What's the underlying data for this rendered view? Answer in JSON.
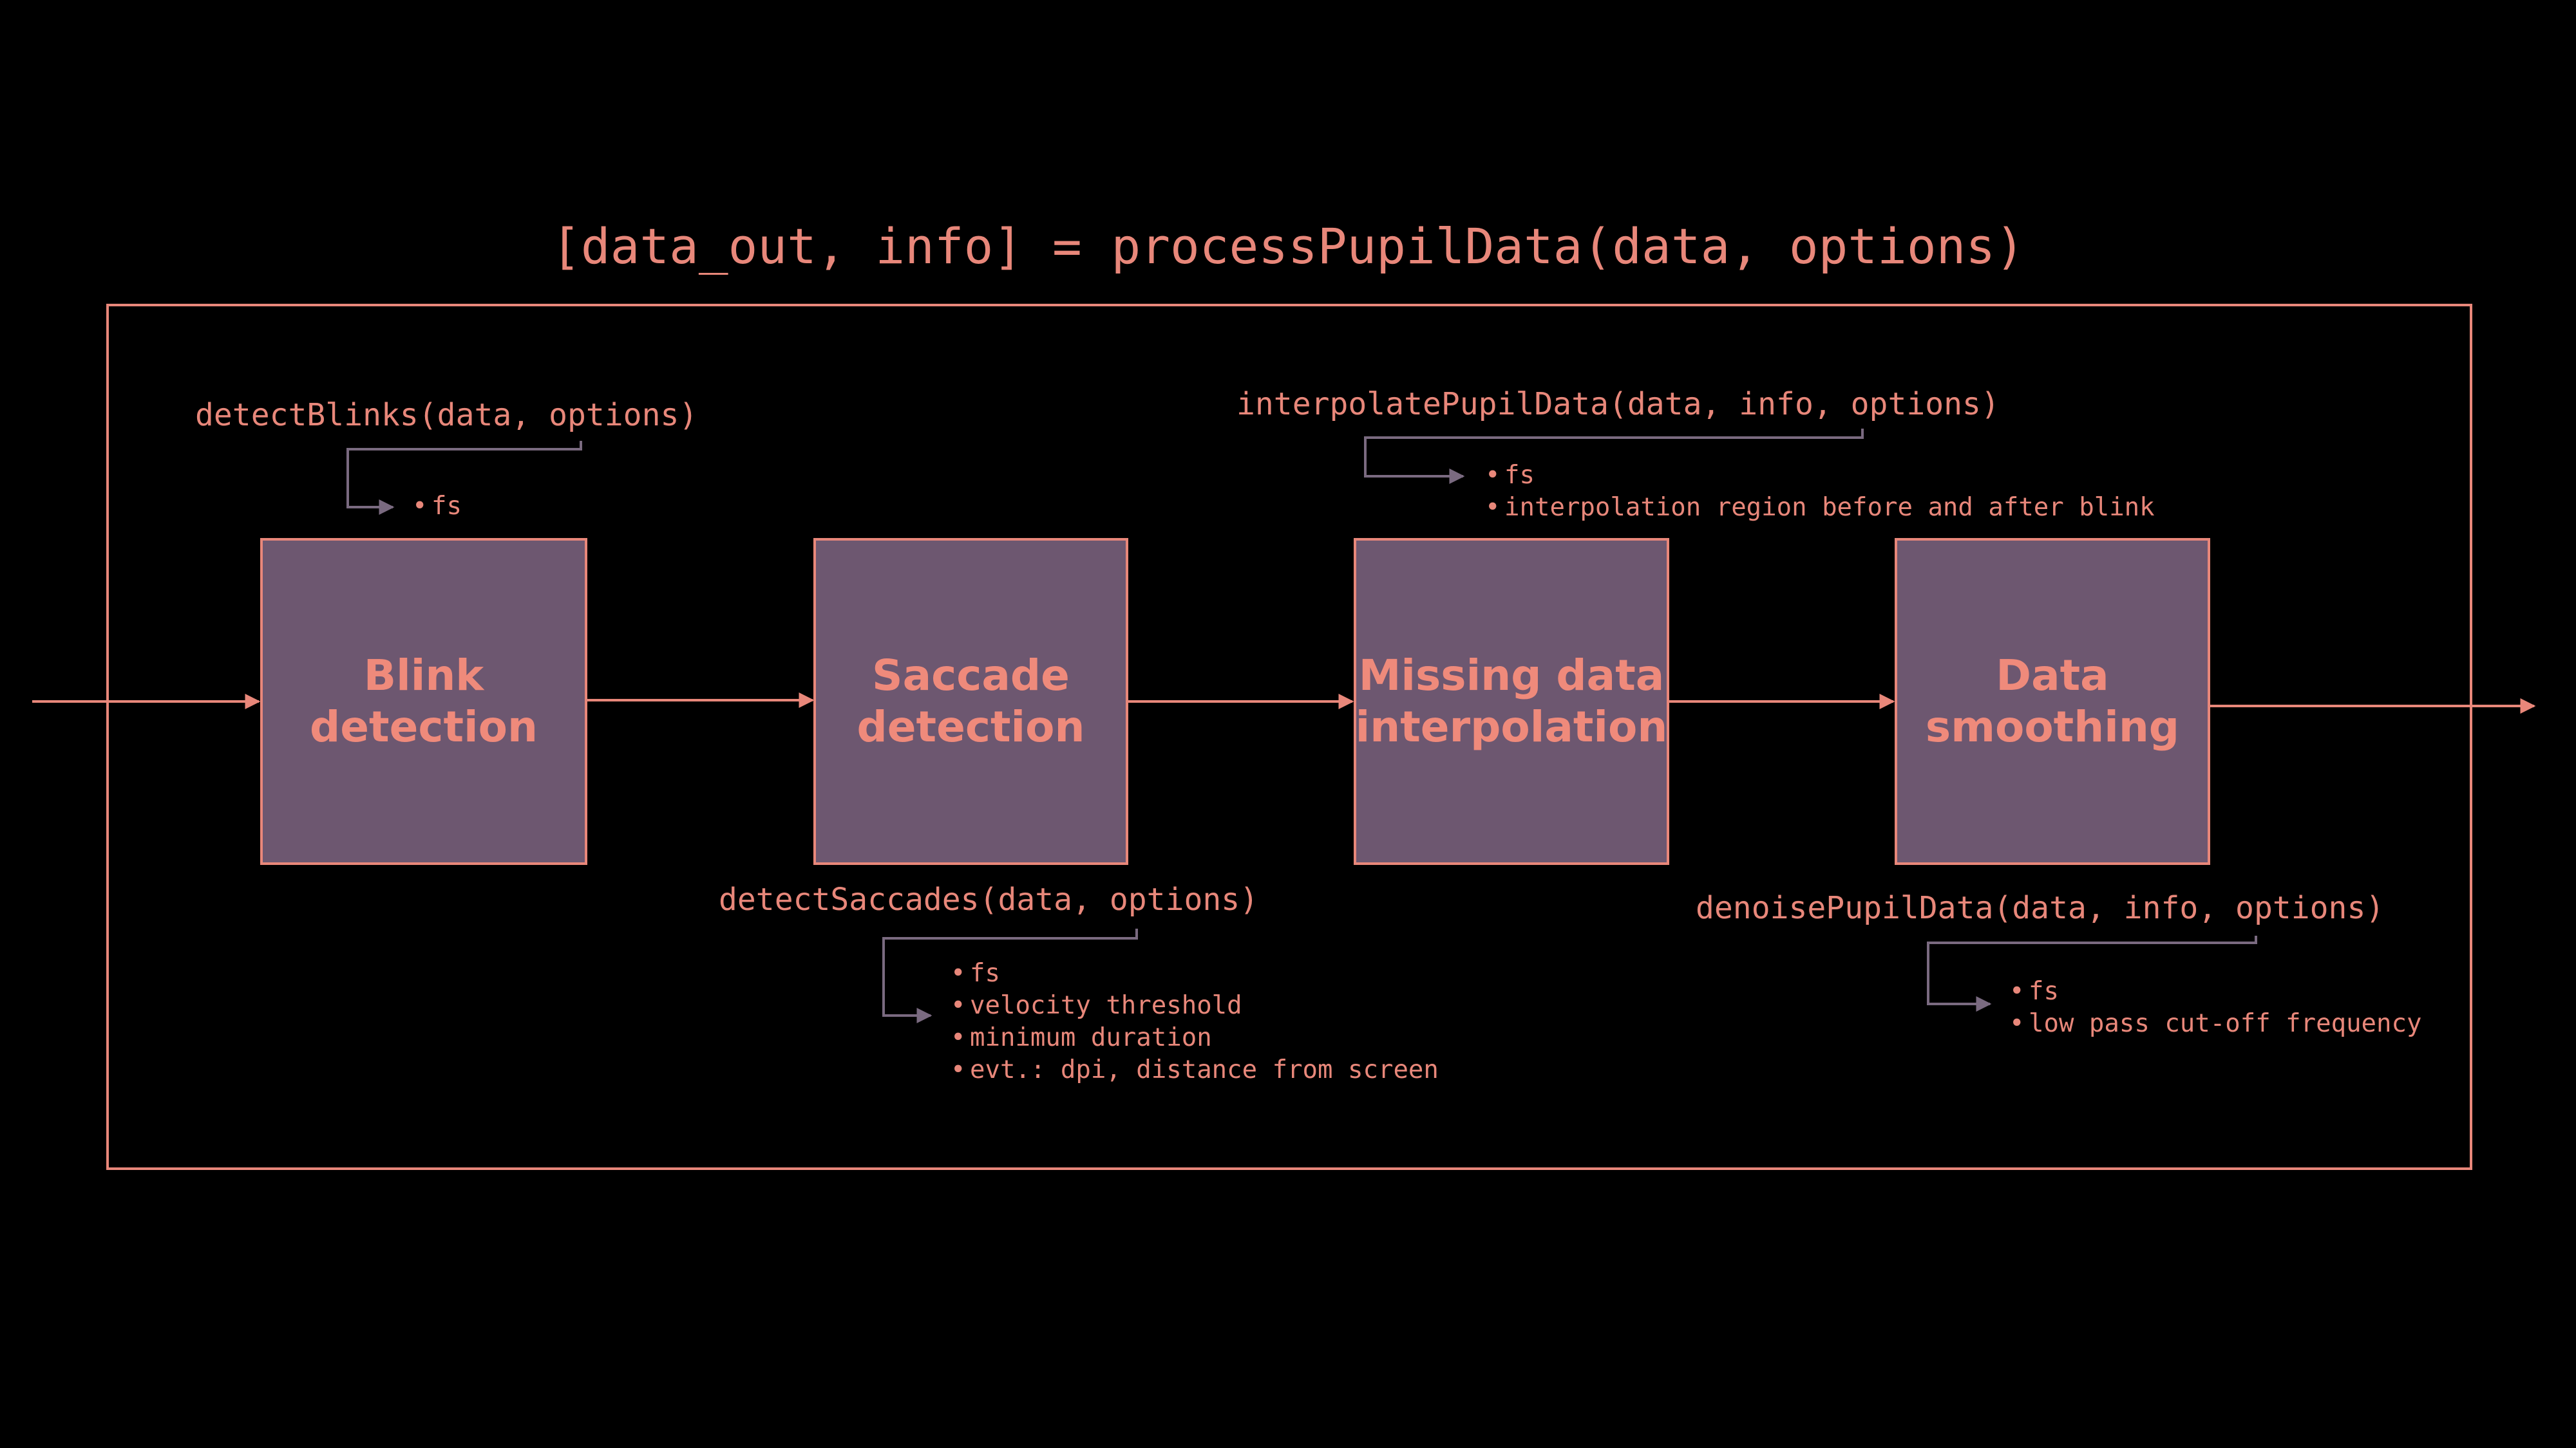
{
  "title": "[data_out, info] = processPupilData(data, options)",
  "colors": {
    "background": "#000000",
    "accent": "#e8877a",
    "box_fill": "#6d5770",
    "connector": "#6d5770"
  },
  "stages": [
    {
      "label": "Blink\ndetection",
      "function": "detectBlinks(data, options)",
      "params": [
        "fs"
      ]
    },
    {
      "label": "Saccade\ndetection",
      "function": "detectSaccades(data, options)",
      "params": [
        "fs",
        "velocity threshold",
        "minimum duration",
        "evt.: dpi, distance from screen"
      ]
    },
    {
      "label": "Missing data\ninterpolation",
      "function": "interpolatePupilData(data, info, options)",
      "params": [
        "fs",
        "interpolation region before and after blink"
      ]
    },
    {
      "label": "Data\nsmoothing",
      "function": "denoisePupilData(data, info, options)",
      "params": [
        "fs",
        "low pass cut-off frequency"
      ]
    }
  ],
  "bullet_char": "•"
}
